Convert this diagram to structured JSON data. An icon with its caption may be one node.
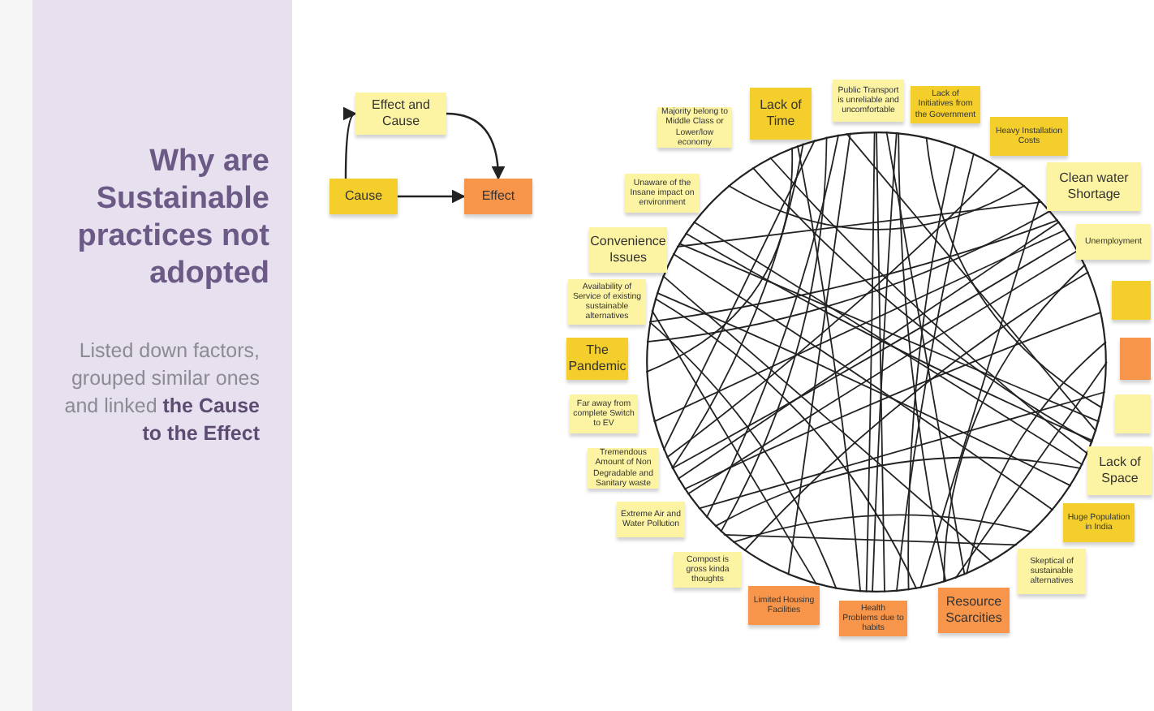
{
  "diagram": {
    "title": "Why are Sustainable practices not adopted",
    "nodes": [
      {
        "text": [
          "Effect and Cause"
        ]
      },
      {
        "text": [
          "Cause"
        ]
      },
      {
        "text": [
          "Effect"
        ]
      },
      {
        "text": [
          "Majority belong to Middle Class or Lower/low economy"
        ]
      },
      {
        "text": [
          "Lack of Time"
        ]
      },
      {
        "text": [
          "Public Transport is unreliable and uncomfortable"
        ]
      },
      {
        "text": [
          "Lack of Initiatives from the Government"
        ]
      },
      {
        "text": [
          "Heavy Installation Costs"
        ]
      },
      {
        "text": [
          "Clean water Shortage"
        ]
      },
      {
        "text": [
          "Unemployment"
        ]
      },
      {
        "text": [],
        "shape": "box"
      },
      {
        "text": [],
        "shape": "box"
      },
      {
        "text": [],
        "shape": "box"
      },
      {
        "text": [
          "Lack of Space"
        ]
      },
      {
        "text": [
          "Huge Population in India"
        ]
      },
      {
        "text": [
          "Skeptical of sustainable alternatives"
        ]
      },
      {
        "text": [
          "Resource Scarcities"
        ]
      },
      {
        "text": [
          "Health Problems due to habits"
        ]
      },
      {
        "text": [
          "Limited Housing Facilities"
        ]
      },
      {
        "text": [
          "Compost is gross kinda thoughts"
        ]
      },
      {
        "text": [
          "Extreme Air and Water Pollution"
        ]
      },
      {
        "text": [
          "Tremendous Amount of Non Degradable and Sanitary waste"
        ]
      },
      {
        "text": [
          "Far away from complete Switch to EV"
        ]
      },
      {
        "text": [
          "The Pandemic"
        ]
      },
      {
        "text": [
          "Availability of Service of existing sustainable alternatives"
        ]
      },
      {
        "text": [
          "Convenience Issues"
        ]
      },
      {
        "text": [
          "Unaware of the Insane impact on environment"
        ]
      }
    ],
    "edges": [
      {
        "from": 1,
        "to": 2,
        "arrow": "to"
      },
      {
        "from": 1,
        "to": 0,
        "arrow": "to"
      },
      {
        "from": 0,
        "to": 2,
        "arrow": "to"
      }
    ],
    "labels": [
      "Listed down factors, grouped similar ones and linked **the Cause to the Effect**"
    ]
  }
}
